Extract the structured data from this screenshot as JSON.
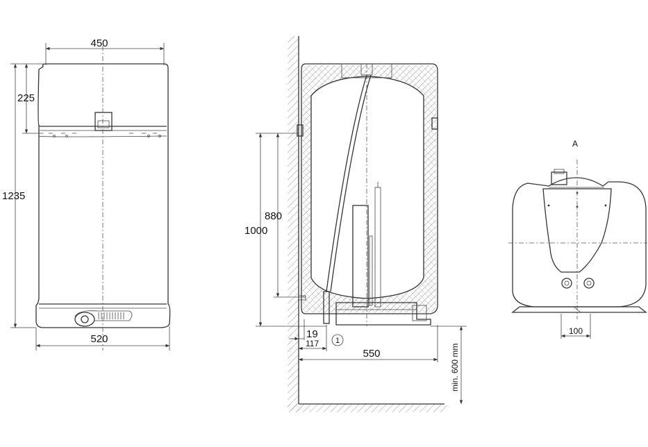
{
  "front_view": {
    "dim_top_width": "450",
    "dim_bottom_width": "520",
    "dim_total_height": "1235",
    "dim_top_section": "225"
  },
  "side_view": {
    "dim_height_1000": "1000",
    "dim_height_880": "880",
    "dim_offset_19": "19",
    "dim_offset_117": "117",
    "callout_number": "1",
    "dim_depth": "550",
    "dim_clearance": "min. 600 mm"
  },
  "view_a": {
    "view_label": "A",
    "dim_pipe_spacing": "100"
  }
}
